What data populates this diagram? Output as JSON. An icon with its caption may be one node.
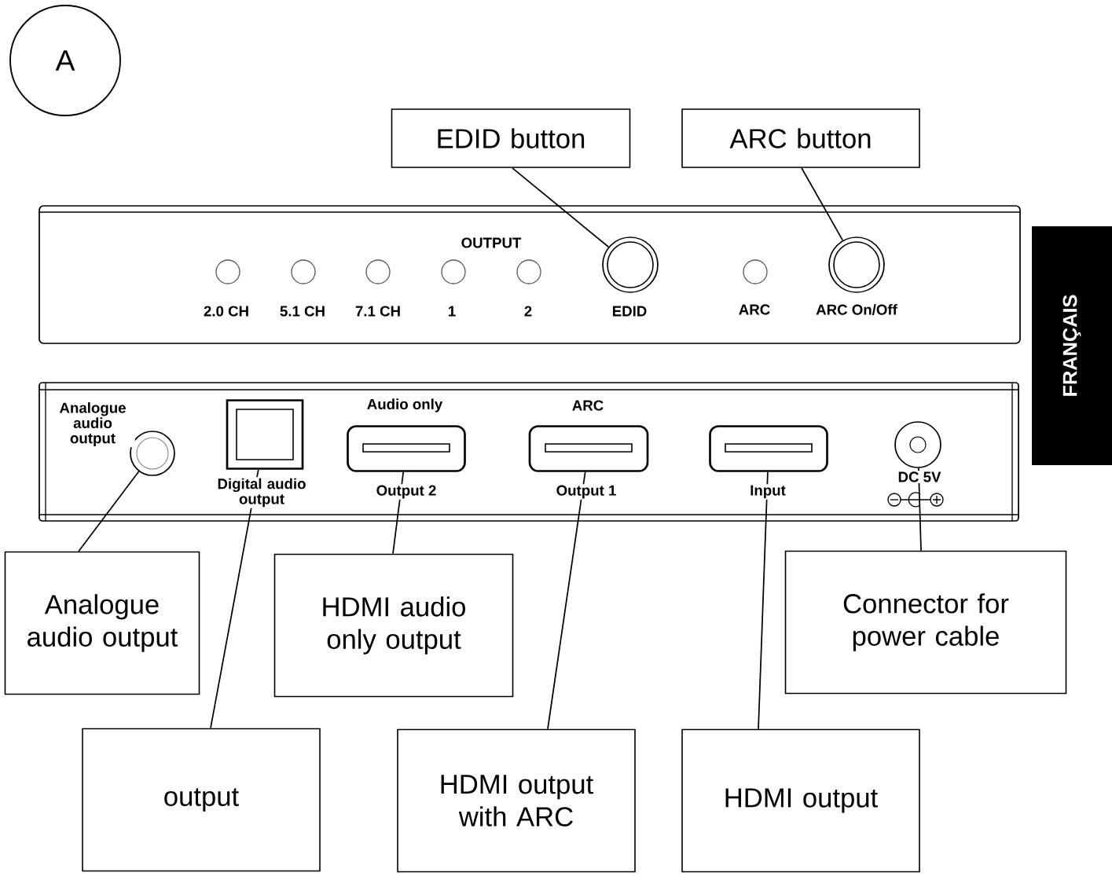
{
  "diagram": {
    "nodes": [
      {
        "text": [
          "A"
        ]
      },
      {
        "text": [
          "EDID button"
        ]
      },
      {
        "text": [
          "ARC button"
        ]
      },
      {
        "text": [],
        "shape": "circle",
        "beside": [
          "EDID"
        ]
      },
      {
        "text": [],
        "shape": "circle",
        "beside": [
          "ARC On/Off"
        ]
      },
      {
        "text": [],
        "shape": "circle",
        "beside": [
          "Analogue audio output"
        ]
      },
      {
        "text": [],
        "shape": "box",
        "beside": [
          "Digital audio output"
        ]
      },
      {
        "text": [],
        "shape": "box",
        "beside": [
          "Audio only",
          "Output 2"
        ]
      },
      {
        "text": [],
        "shape": "box",
        "beside": [
          "ARC",
          "Output 1"
        ]
      },
      {
        "text": [],
        "shape": "box",
        "beside": [
          "Input"
        ]
      },
      {
        "text": [],
        "shape": "circle",
        "beside": [
          "DC 5V"
        ]
      },
      {
        "text": [
          "Analogue audio output"
        ]
      },
      {
        "text": [
          "output"
        ]
      },
      {
        "text": [
          "HDMI audio only output"
        ]
      },
      {
        "text": [
          "HDMI output with ARC"
        ]
      },
      {
        "text": [
          "HDMI output"
        ]
      },
      {
        "text": [
          "Connector for power cable"
        ]
      },
      {
        "text": [
          "FRANÇAIS"
        ]
      }
    ],
    "edges": [
      {
        "from": 1,
        "to": 3,
        "arrow": "none"
      },
      {
        "from": 2,
        "to": 4,
        "arrow": "none"
      },
      {
        "from": 11,
        "to": 5,
        "arrow": "none"
      },
      {
        "from": 12,
        "to": 6,
        "arrow": "none"
      },
      {
        "from": 13,
        "to": 7,
        "arrow": "none"
      },
      {
        "from": 14,
        "to": 8,
        "arrow": "none"
      },
      {
        "from": 15,
        "to": 9,
        "arrow": "none"
      },
      {
        "from": 16,
        "to": 10,
        "arrow": "none"
      }
    ],
    "labels": [
      "OUTPUT",
      "2.0 CH",
      "5.1 CH",
      "7.1 CH",
      "1",
      "2",
      "ARC"
    ]
  }
}
